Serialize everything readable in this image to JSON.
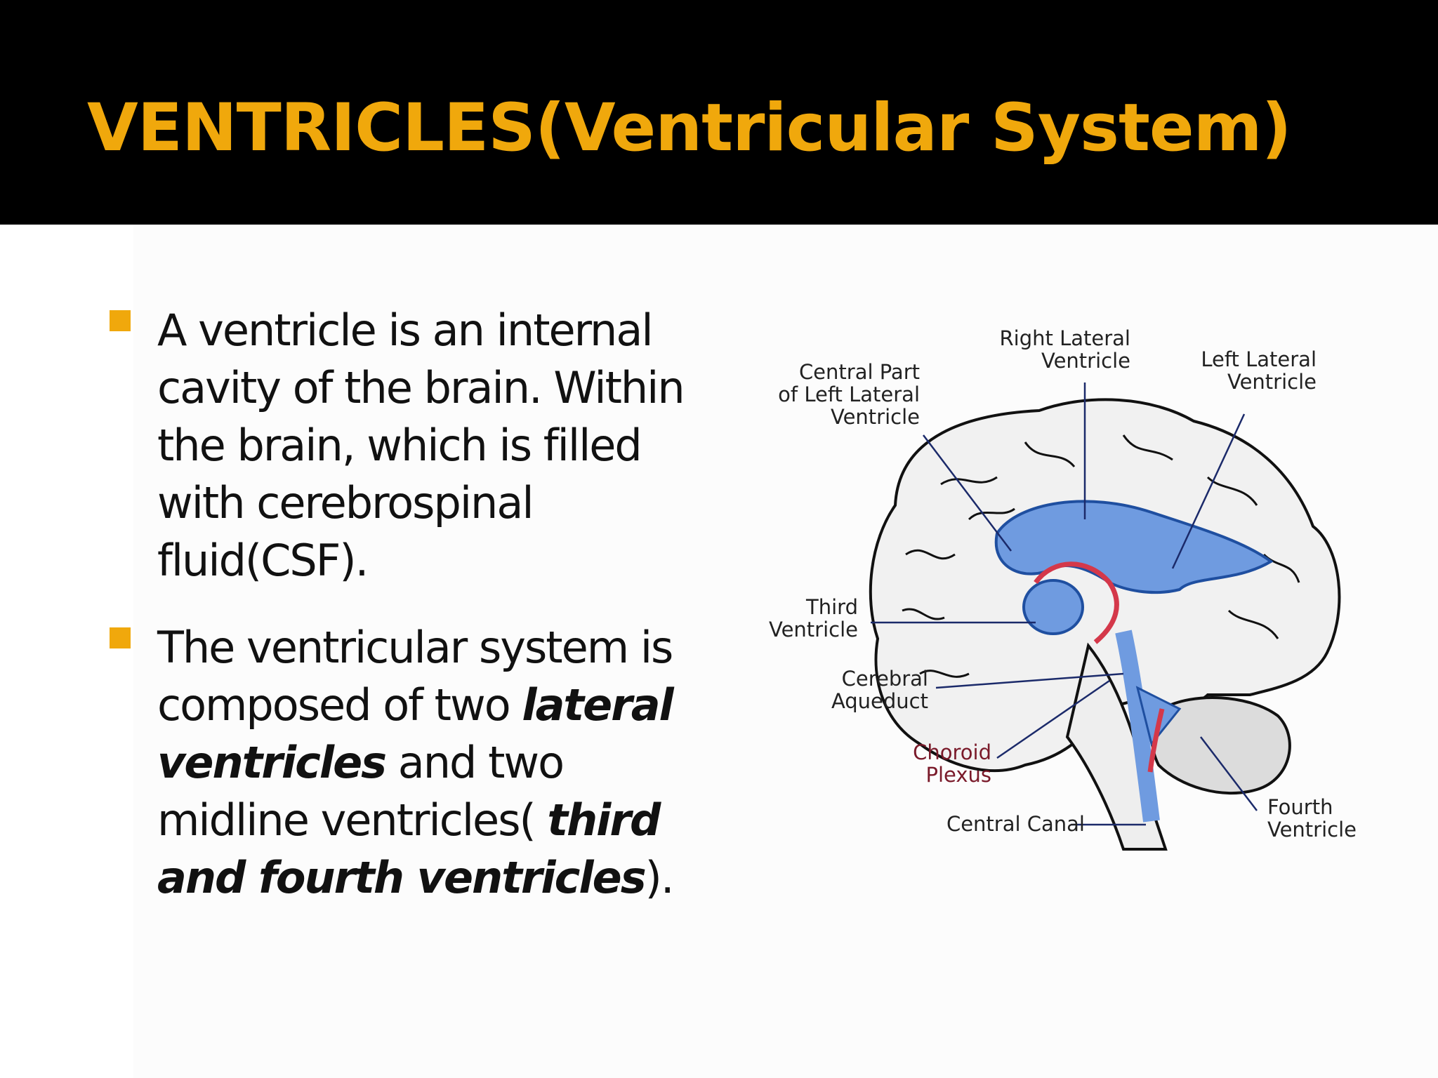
{
  "slide": {
    "title": "VENTRICLES(Ventricular System)",
    "bullets": [
      {
        "text": "A ventricle is an internal cavity of the brain. Within the brain, which is filled with cerebrospinal fluid(CSF)."
      },
      {
        "t1": "The ventricular system is composed of two ",
        "b1": "lateral ventricles",
        "t2": " and two midline ventricles( ",
        "b2": "third and fourth ventricles",
        "t3": ")."
      }
    ]
  },
  "diagram": {
    "labels": {
      "right_lateral_1": "Right Lateral",
      "right_lateral_2": "Ventricle",
      "left_lateral_1": "Left Lateral",
      "left_lateral_2": "Ventricle",
      "central_part_1": "Central Part",
      "central_part_2": "of Left Lateral",
      "central_part_3": "Ventricle",
      "third_1": "Third",
      "third_2": "Ventricle",
      "aqueduct_1": "Cerebral",
      "aqueduct_2": "Aqueduct",
      "choroid_1": "Choroid",
      "choroid_2": "Plexus",
      "central_canal": "Central Canal",
      "fourth_1": "Fourth",
      "fourth_2": "Ventricle"
    }
  },
  "colors": {
    "title": "#f0a80c",
    "title_bar": "#000000",
    "bullet_marker": "#f0a80c",
    "ventricle_fill": "#6f9be0",
    "choroid": "#d4384a"
  }
}
